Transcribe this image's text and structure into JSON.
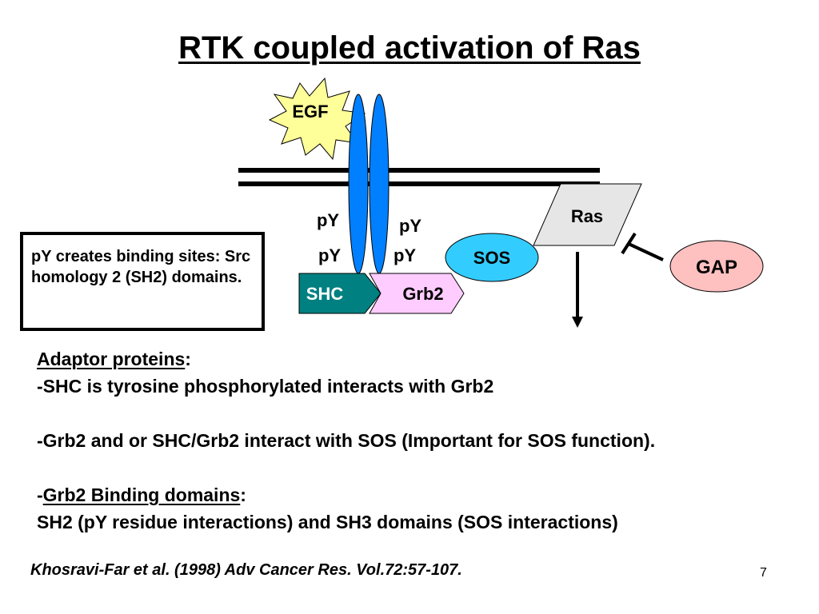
{
  "title": "RTK coupled activation of Ras",
  "diagram": {
    "ligand_label": "EGF",
    "phospho_labels": [
      "pY",
      "pY",
      "pY",
      "pY"
    ],
    "adaptor_labels": {
      "shc": "SHC",
      "grb2": "Grb2"
    },
    "sos_label": "SOS",
    "ras_label": "Ras",
    "gap_label": "GAP"
  },
  "note": "pY creates binding sites: Src homology 2 (SH2) domains.",
  "body": {
    "heading": "Adaptor proteins",
    "heading_suffix": ":",
    "line1": "-SHC is tyrosine phosphorylated interacts with Grb2",
    "line2": "-Grb2 and or SHC/Grb2 interact with SOS (Important for SOS function).",
    "line3_prefix": "-",
    "line3_underlined": "Grb2 Binding domains",
    "line3_suffix": ":",
    "line4": "SH2 (pY residue interactions) and SH3 domains (SOS interactions)"
  },
  "citation": "Khosravi-Far et al. (1998) Adv Cancer Res. Vol.72:57-107.",
  "page_number": "7",
  "colors": {
    "ligand_fill": "#FFFF99",
    "receptor_fill": "#0080FF",
    "shc_fill": "#008080",
    "grb2_fill": "#FFCCFF",
    "sos_fill": "#33CCFF",
    "ras_fill": "#E6E6E6",
    "gap_fill": "#FFC0C0"
  }
}
